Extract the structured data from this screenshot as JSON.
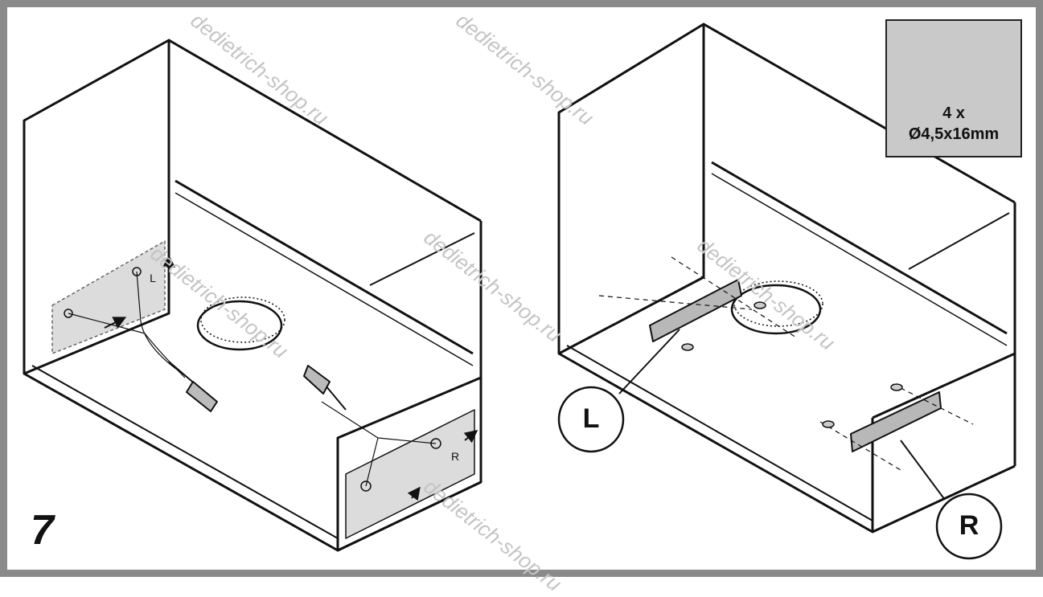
{
  "step": "7",
  "screws": {
    "quantity": "4 x",
    "size": "Ø4,5x16mm",
    "icon": "screw-icon"
  },
  "callouts": {
    "left": "L",
    "right": "R",
    "side_mark": "R",
    "corner_mark": "L"
  },
  "watermark": "dedietrich-shop.ru",
  "colors": {
    "frame": "#8a8a8a",
    "line": "#111111",
    "panel": "#dcdcdc",
    "bracket": "#b8b8b8"
  }
}
